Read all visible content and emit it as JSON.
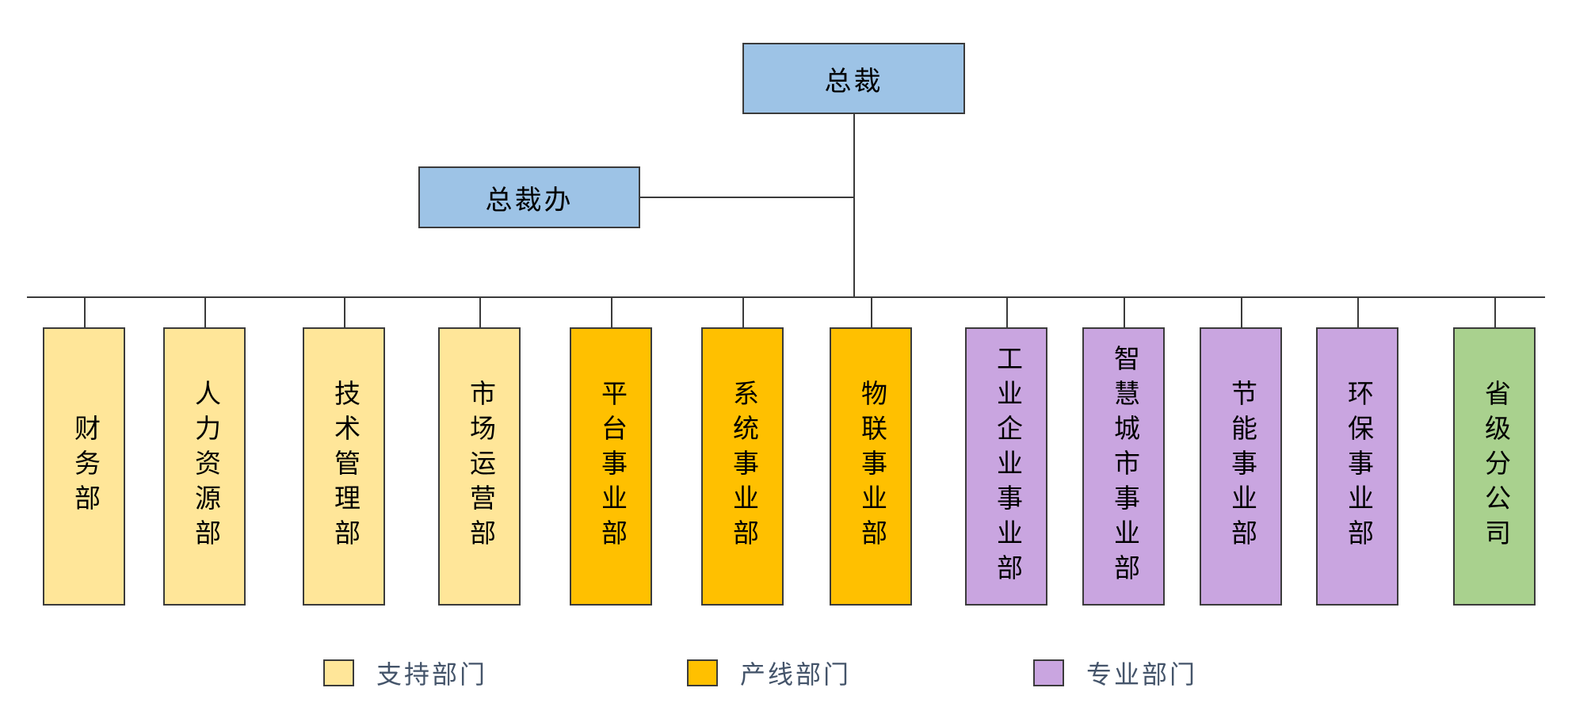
{
  "nodes": {
    "president": {
      "label": "总裁"
    },
    "office": {
      "label": "总裁办"
    }
  },
  "departments": [
    {
      "label": "财务部",
      "category": "support"
    },
    {
      "label": "人力资源部",
      "category": "support"
    },
    {
      "label": "技术管理部",
      "category": "support"
    },
    {
      "label": "市场运营部",
      "category": "support"
    },
    {
      "label": "平台事业部",
      "category": "product-line"
    },
    {
      "label": "系统事业部",
      "category": "product-line"
    },
    {
      "label": "物联事业部",
      "category": "product-line"
    },
    {
      "label": "工业企业事业部",
      "category": "specialty"
    },
    {
      "label": "智慧城市事业部",
      "category": "specialty"
    },
    {
      "label": "节能事业部",
      "category": "specialty"
    },
    {
      "label": "环保事业部",
      "category": "specialty"
    },
    {
      "label": "省级分公司",
      "category": "branch"
    }
  ],
  "legend": [
    {
      "label": "支持部门",
      "color": "#FFE699"
    },
    {
      "label": "产线部门",
      "color": "#FFC000"
    },
    {
      "label": "专业部门",
      "color": "#C9A5E0"
    }
  ],
  "colors": {
    "executive": "#9DC3E6",
    "support": "#FFE699",
    "product_line": "#FFC000",
    "specialty": "#C9A5E0",
    "branch": "#A9D18E",
    "connector": "#3b3b3b",
    "legend_text": "#44546A"
  }
}
